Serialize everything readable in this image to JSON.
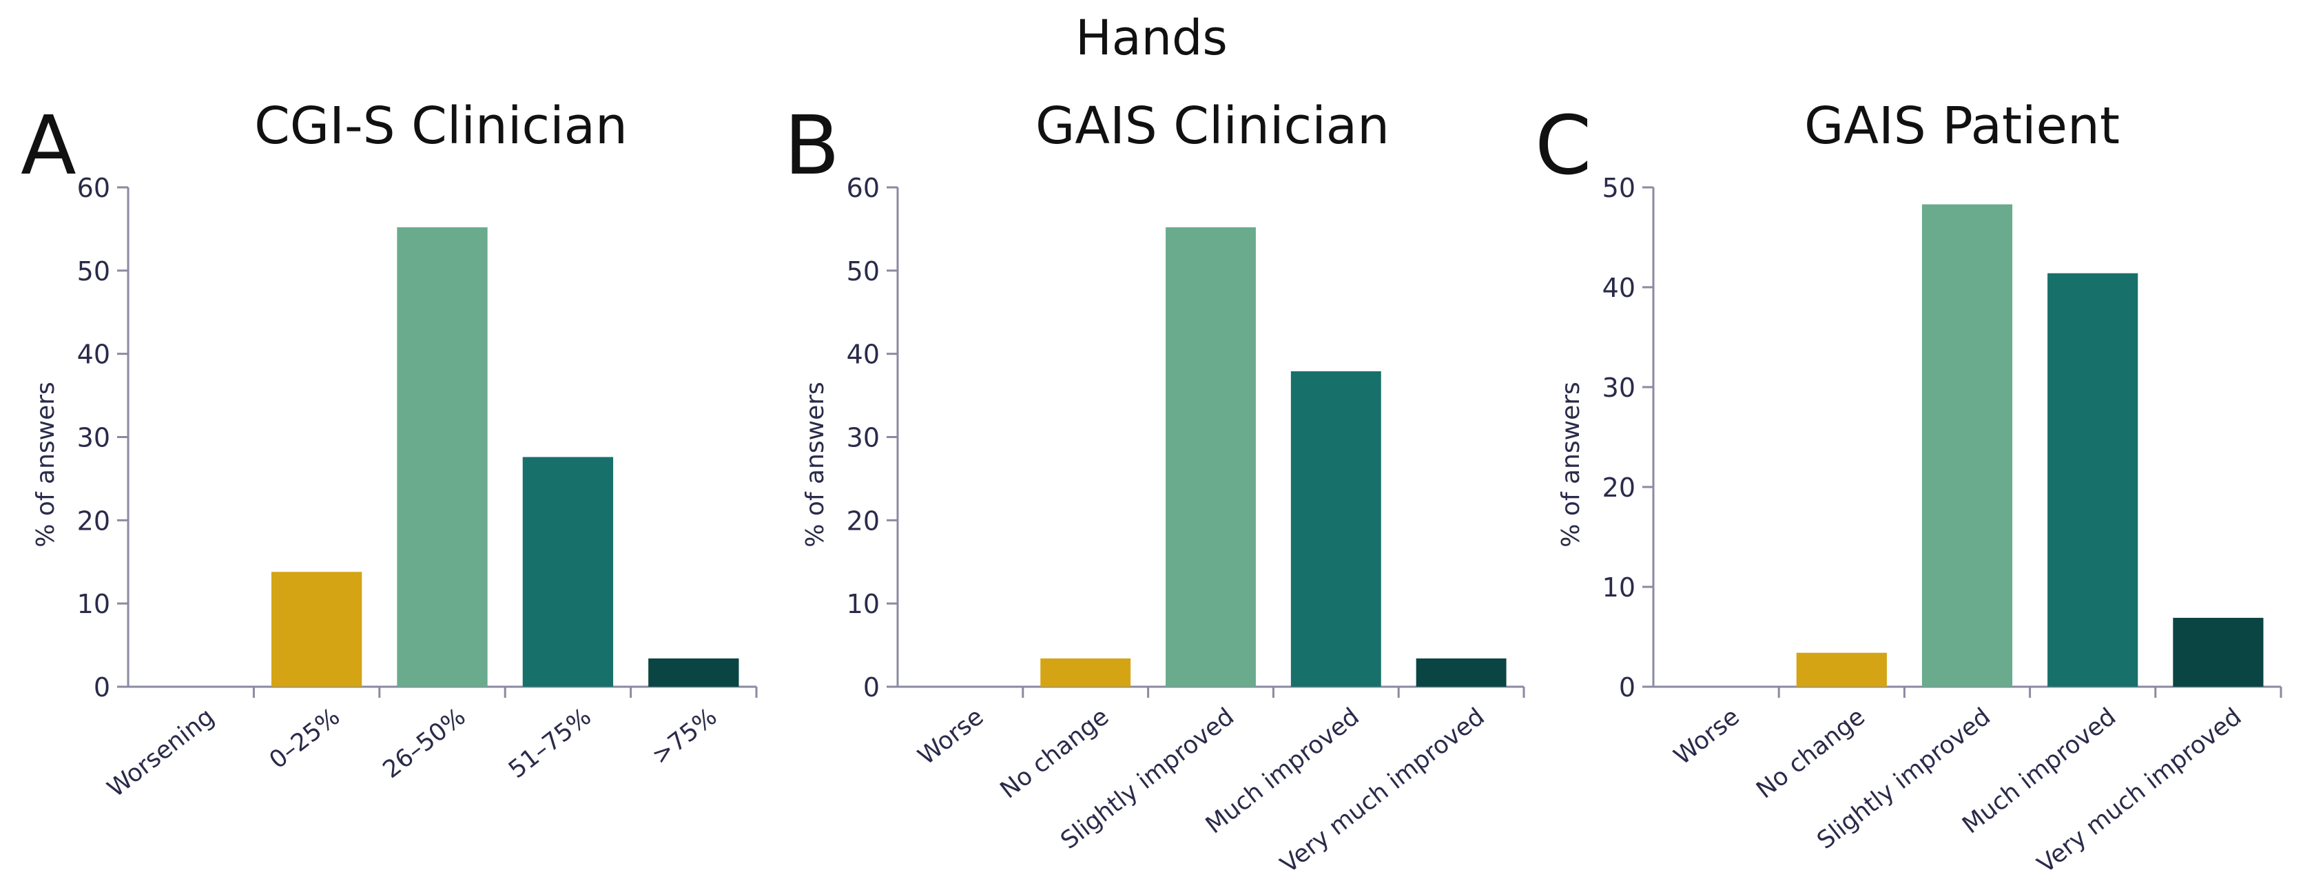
{
  "figure_title": "Hands",
  "chart_data": [
    {
      "type": "bar",
      "panel_letter": "A",
      "title": "CGI-S Clinician",
      "ylabel": "% of answers",
      "xlabel": "",
      "ylim": [
        0,
        60
      ],
      "yticks": [
        0,
        10,
        20,
        30,
        40,
        50,
        60
      ],
      "categories": [
        "Worsening",
        "0–25%",
        "26–50%",
        "51–75%",
        ">75%"
      ],
      "values": [
        0,
        13.8,
        55.2,
        27.6,
        3.4
      ],
      "colors": [
        "#d4a415",
        "#d4a415",
        "#6aab8e",
        "#18706b",
        "#0b4543"
      ],
      "grid": false,
      "legend": "none"
    },
    {
      "type": "bar",
      "panel_letter": "B",
      "title": "GAIS Clinician",
      "ylabel": "% of answers",
      "xlabel": "",
      "ylim": [
        0,
        60
      ],
      "yticks": [
        0,
        10,
        20,
        30,
        40,
        50,
        60
      ],
      "categories": [
        "Worse",
        "No change",
        "Slightly improved",
        "Much improved",
        "Very much improved"
      ],
      "values": [
        0,
        3.4,
        55.2,
        37.9,
        3.4
      ],
      "colors": [
        "#d4a415",
        "#d4a415",
        "#6aab8e",
        "#18706b",
        "#0b4543"
      ],
      "grid": false,
      "legend": "none"
    },
    {
      "type": "bar",
      "panel_letter": "C",
      "title": "GAIS Patient",
      "ylabel": "% of answers",
      "xlabel": "",
      "ylim": [
        0,
        50
      ],
      "yticks": [
        0,
        10,
        20,
        30,
        40,
        50
      ],
      "categories": [
        "Worse",
        "No change",
        "Slightly improved",
        "Much improved",
        "Very much improved"
      ],
      "values": [
        0,
        3.4,
        48.3,
        41.4,
        6.9
      ],
      "colors": [
        "#d4a415",
        "#d4a415",
        "#6aab8e",
        "#18706b",
        "#0b4543"
      ],
      "grid": false,
      "legend": "none"
    }
  ]
}
